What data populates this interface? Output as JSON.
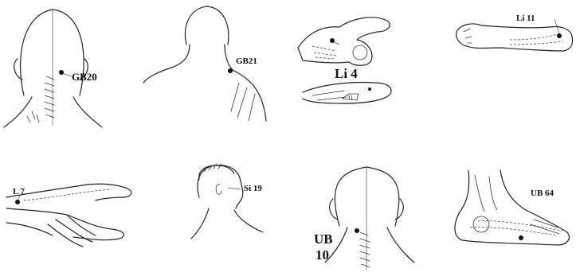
{
  "points": [
    {
      "id": "gb20",
      "label": "GB20"
    },
    {
      "id": "gb21",
      "label": "GB21"
    },
    {
      "id": "li4",
      "label": "Li 4"
    },
    {
      "id": "li11",
      "label": "Li 11"
    },
    {
      "id": "l7",
      "label": "L 7"
    },
    {
      "id": "si19",
      "label": "Si 19"
    },
    {
      "id": "ub10",
      "label_line1": "UB",
      "label_line2": "10"
    },
    {
      "id": "ub64",
      "label": "UB 64"
    }
  ],
  "hand_marker_number": "31",
  "colors": {
    "ink": "#222222",
    "point": "#111111",
    "background": "#ffffff"
  }
}
